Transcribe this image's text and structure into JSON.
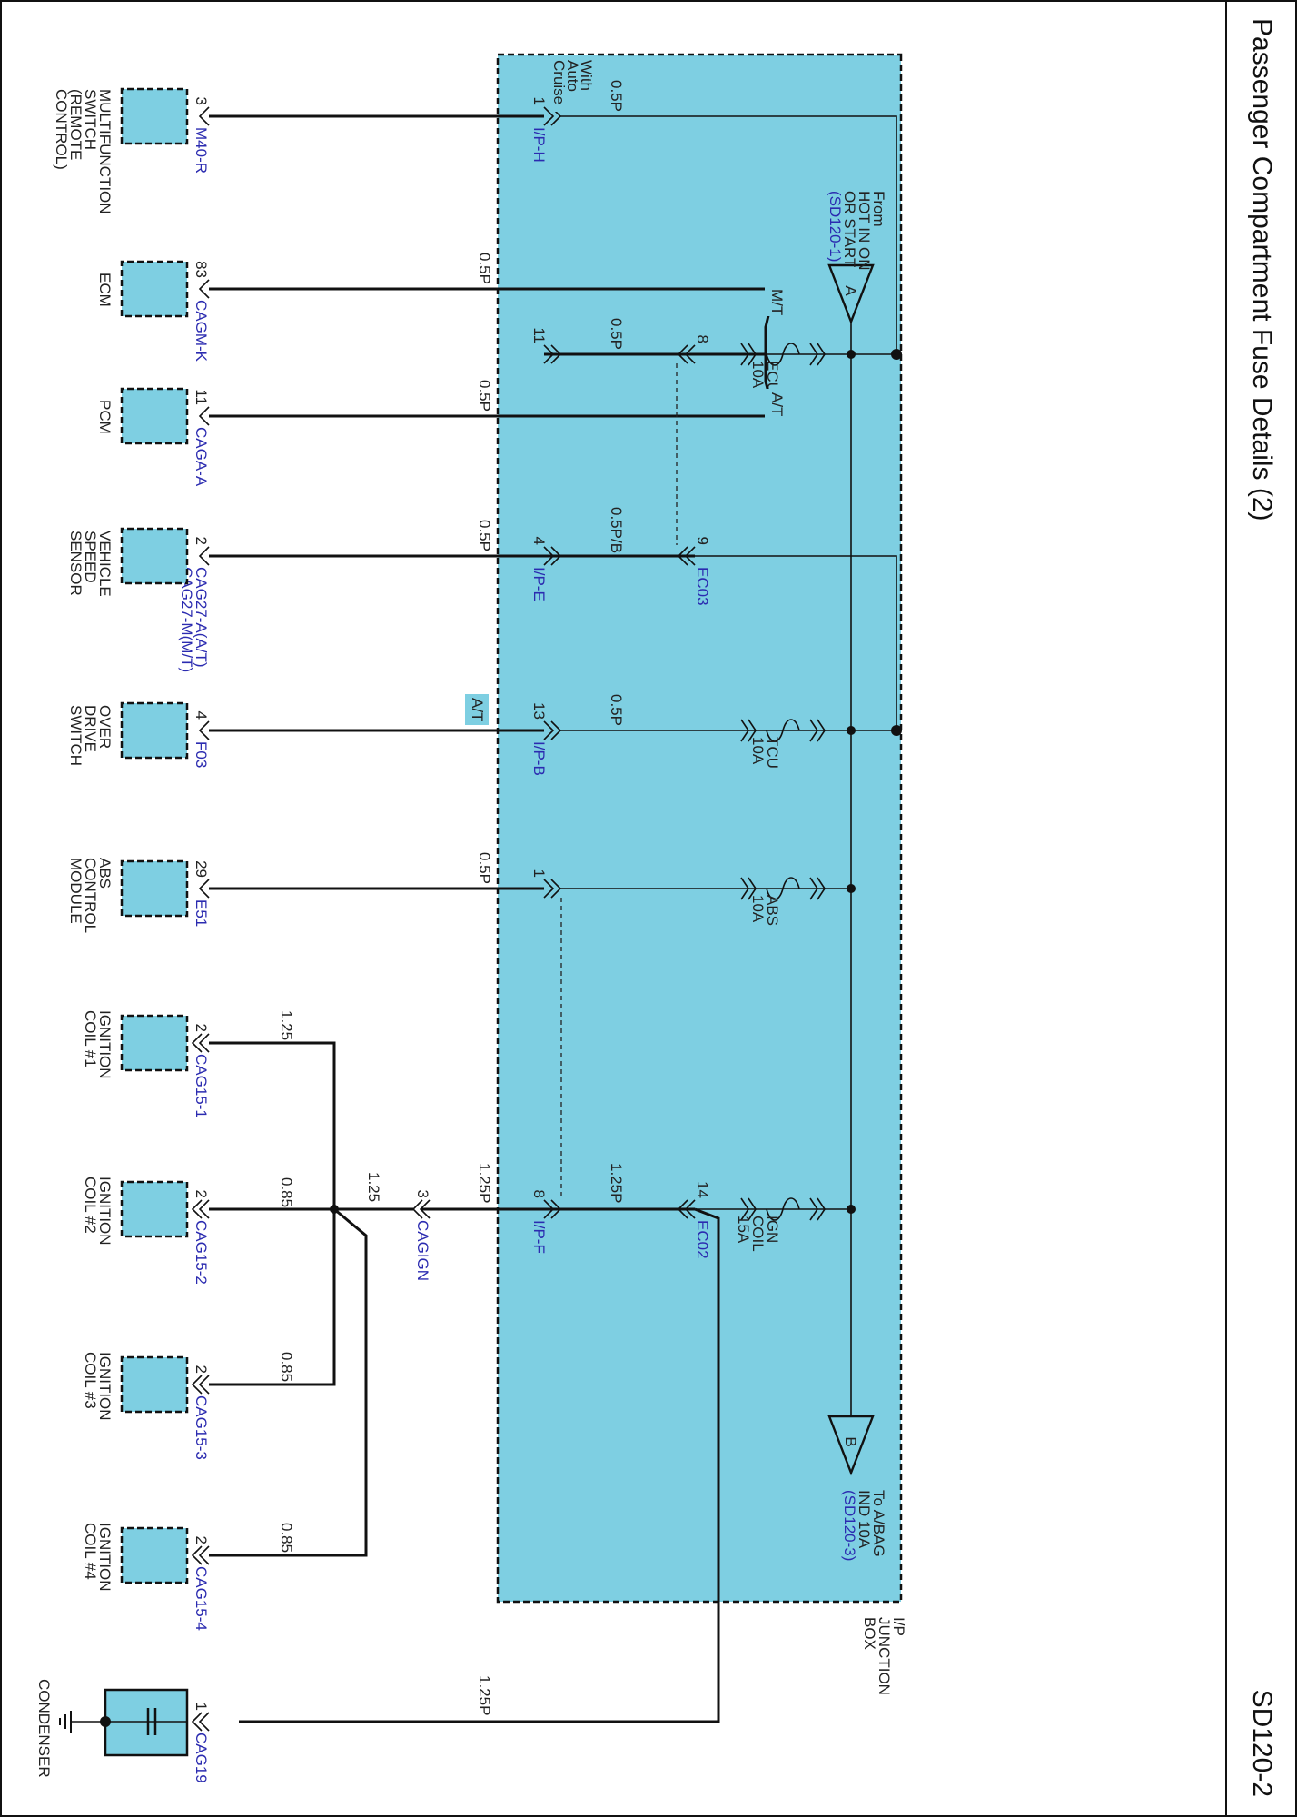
{
  "page": {
    "title": "Passenger Compartment Fuse Details (2)",
    "code": "SD120-2"
  },
  "junction_box": {
    "name_lines": [
      "I/P",
      "JUNCTION",
      "BOX"
    ],
    "source_a": {
      "letter": "A",
      "lines": [
        "From",
        "HOT IN ON",
        "OR START"
      ],
      "ref": "(SD120-1)"
    },
    "source_b": {
      "letter": "B",
      "lines": [
        "To A/BAG",
        "IND 10A"
      ],
      "ref": "(SD120-3)"
    },
    "fuses": [
      {
        "lines": [
          "ECU",
          "10A"
        ]
      },
      {
        "lines": [
          "TCU",
          "10A"
        ]
      },
      {
        "lines": [
          "ABS",
          "10A"
        ]
      },
      {
        "lines": [
          "IGN",
          "COIL",
          "15A"
        ]
      }
    ]
  },
  "connectors": {
    "ip_h": "I/P-H",
    "ip_e": "I/P-E",
    "ip_b": "I/P-B",
    "ip_f": "I/P-F",
    "ec03": "EC03",
    "ec02": "EC02",
    "cagign": "CAGIGN",
    "m40r": "M40-R",
    "cagmk": "CAGM-K",
    "cagaa": "CAGA-A",
    "cag27": [
      "CAG27-A(A/T)",
      "CAG27-M(M/T)"
    ],
    "f03": "F03",
    "e51": "E51",
    "cag15_1": "CAG15-1",
    "cag15_2": "CAG15-2",
    "cag15_3": "CAG15-3",
    "cag15_4": "CAG15-4",
    "cag19": "CAG19"
  },
  "pins": {
    "jb_h": "1",
    "jb_11": "11",
    "jb_4": "4",
    "jb_13": "13",
    "jb_abs": "1",
    "jb_8": "8",
    "ec03_8": "8",
    "ec03_9": "9",
    "ec02_14": "14",
    "cagign_3": "3",
    "mfs": "3",
    "ecm": "83",
    "pcm": "11",
    "vss": "2",
    "ods": "4",
    "abs": "29",
    "coil1": "2",
    "coil2": "2",
    "coil3": "2",
    "coil4": "2",
    "cond": "1"
  },
  "wires": {
    "w05p": "0.5P",
    "w05pb": "0.5P/B",
    "w125p": "1.25P",
    "w125": "1.25",
    "w085": "0.85"
  },
  "options": {
    "auto_cruise": [
      "With",
      "Auto",
      "Cruise"
    ],
    "mt": "M/T",
    "at": "A/T"
  },
  "components": {
    "mfs": [
      "MULTIFUNCTION",
      "SWITCH",
      "(REMOTE",
      "CONTROL)"
    ],
    "ecm": [
      "ECM"
    ],
    "pcm": [
      "PCM"
    ],
    "vss": [
      "VEHICLE",
      "SPEED",
      "SENSOR"
    ],
    "ods": [
      "OVER",
      "DRIVE",
      "SWITCH"
    ],
    "abs": [
      "ABS",
      "CONTROL",
      "MODULE"
    ],
    "coil1": [
      "IGNITION",
      "COIL #1"
    ],
    "coil2": [
      "IGNITION",
      "COIL #2"
    ],
    "coil3": [
      "IGNITION",
      "COIL #3"
    ],
    "coil4": [
      "IGNITION",
      "COIL #4"
    ],
    "cond": [
      "CONDENSER"
    ]
  },
  "colors": {
    "component_fill": "#7ecfe2",
    "connector_text": "#2b2bb0",
    "wire": "#111111"
  }
}
